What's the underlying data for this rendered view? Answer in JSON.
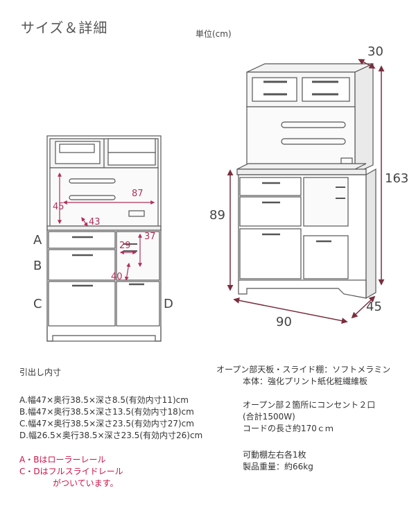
{
  "title": "サイズ＆詳細",
  "unit": "単位(cm)",
  "small_cabinet": {
    "dims": {
      "width_inner": "87",
      "height_inner": "45",
      "depth_inner": "43",
      "shelf_height": "37",
      "shelf_width": "29",
      "shelf_depth": "40"
    },
    "labels": {
      "a": "A",
      "b": "B",
      "c": "C",
      "d": "D"
    }
  },
  "large_cabinet": {
    "dims": {
      "depth": "30",
      "height": "163",
      "lower_height": "89",
      "width": "90",
      "lower_depth": "45"
    }
  },
  "drawers": {
    "heading": "引出し内寸",
    "items": [
      "A.幅47×奥行38.5×深さ8.5(有効内寸11)cm",
      "B.幅47×奥行38.5×深さ13.5(有効内寸18)cm",
      "C.幅47×奥行38.5×深さ23.5(有効内寸27)cm",
      "D.幅26.5×奥行38.5×深さ23.5(有効内寸26)cm"
    ],
    "notes": [
      "A・Bはローラーレール",
      "C・Dはフルスライドレール",
      "がついています。"
    ]
  },
  "specs": {
    "lines": [
      "オープン部天板・スライド棚：ソフトメラミン",
      "本体：強化プリント紙化粧繊維板",
      "",
      "オープン部２箇所にコンセント２口",
      "(合計1500W)",
      "コードの長さ約170ｃｍ",
      "",
      "可動棚左右各1枚",
      "製品重量：約66kg"
    ]
  },
  "colors": {
    "accent": "#cc1144",
    "dimension_arrow": "#7a2e3e",
    "line": "#555555"
  }
}
